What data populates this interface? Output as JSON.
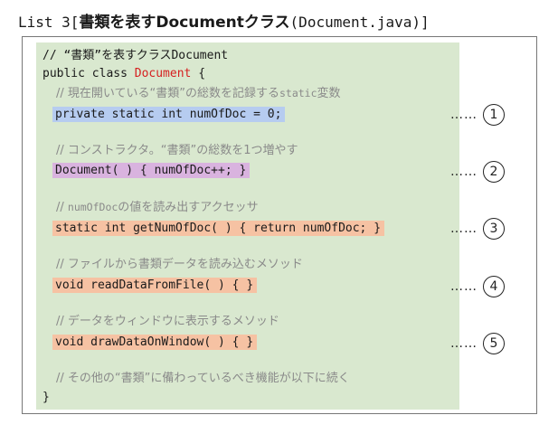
{
  "heading": {
    "prefix": "List 3[",
    "bold": "書類を表すDocumentクラス",
    "suffix": "(Document.java)]"
  },
  "code": {
    "line1": "// “書類”を表すクラスDocument",
    "line2_prefix": "public class ",
    "line2_name": "Document",
    "line2_suffix": " {",
    "comment1_pre": "// 現在開いている“書類”の総数を記録する",
    "comment1_mono": "static",
    "comment1_post": "変数",
    "statement1": "private static int numOfDoc = 0;",
    "comment2": "// コンストラクタ。“書類”の総数を1つ増やす",
    "statement2": "Document( ) { numOfDoc++; }",
    "comment3_pre": "// ",
    "comment3_mono": "numOfDoc",
    "comment3_post": "の値を読み出すアクセッサ",
    "statement3": "static int getNumOfDoc( ) { return numOfDoc; }",
    "comment4": "// ファイルから書類データを読み込むメソッド",
    "statement4": "void readDataFromFile( ) { }",
    "comment5": "// データをウィンドウに表示するメソッド",
    "statement5": "void drawDataOnWindow( ) { }",
    "comment6": "// その他の“書類”に備わっているべき機能が以下に続く",
    "closing": "}"
  },
  "markers": [
    {
      "dots": "……",
      "num": "1"
    },
    {
      "dots": "……",
      "num": "2"
    },
    {
      "dots": "……",
      "num": "3"
    },
    {
      "dots": "……",
      "num": "4"
    },
    {
      "dots": "……",
      "num": "5"
    }
  ],
  "colors": {
    "code_bg": "#d9e8cf",
    "highlight_1": "#b6ccf0",
    "highlight_2": "#d9b3df",
    "highlight_3_5": "#f6c2a3",
    "class_name": "#d62020",
    "comment": "#8a8a8a"
  }
}
